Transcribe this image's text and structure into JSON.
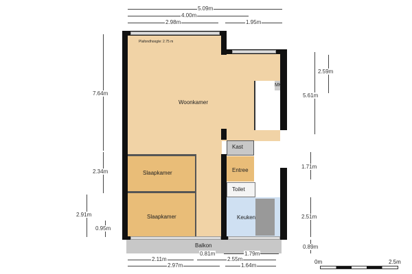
{
  "plan": {
    "ceiling_height": "Plafondhoogte: 2.75 m",
    "rooms": {
      "woonkamer": "Woonkamer",
      "kast": "Kast",
      "entree": "Entree",
      "toilet": "Toilet",
      "keuken": "Keuken",
      "slaapkamer1": "Slaapkamer",
      "slaapkamer2": "Slaapkamer",
      "balkon": "Balkon",
      "mk": "MK"
    },
    "dimensions": {
      "top_total": "5.09m",
      "top_4": "4.00m",
      "top_left": "2.98m",
      "top_right": "1.95m",
      "left_764": "7.64m",
      "left_234": "2.34m",
      "left_291": "2.91m",
      "left_095": "0.95m",
      "right_259": "2.59m",
      "right_561": "5.61m",
      "right_171": "1.71m",
      "right_251": "2.51m",
      "right_089": "0.89m",
      "bottom_081": "0.81m",
      "bottom_179": "1.79m",
      "bottom_211": "2.11m",
      "bottom_255": "2.55m",
      "bottom_297": "2.97m",
      "bottom_164": "1.64m"
    },
    "scale": {
      "start": "0m",
      "end": "2.5m"
    }
  },
  "colors": {
    "living": "#f1d3a6",
    "bedroom": "#e9bd78",
    "kitchen": "#cfe0f2",
    "gray": "#c8c8c8"
  }
}
